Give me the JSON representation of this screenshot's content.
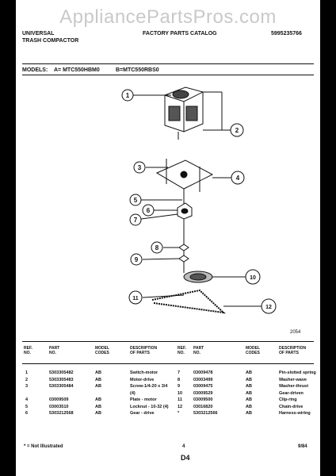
{
  "watermark": "AppliancePartsPros.com",
  "header": {
    "brand": "UNIVERSAL",
    "product": "TRASH COMPACTOR",
    "catalog": "FACTORY PARTS CATALOG",
    "catalog_number": "5995235766"
  },
  "models": {
    "label": "MODELS:",
    "a": "A= MTC550HBM0",
    "b": "B=MTC550RBS0"
  },
  "callouts": [
    "1",
    "2",
    "3",
    "4",
    "5",
    "6",
    "7",
    "8",
    "9",
    "10",
    "11",
    "12"
  ],
  "figure_number": "2054",
  "table": {
    "headers": [
      [
        "REF.",
        "NO."
      ],
      [
        "PART",
        "NO."
      ],
      [
        "MODEL",
        "CODES"
      ],
      [
        "DESCRIPTION",
        "OF PARTS"
      ]
    ],
    "left": [
      {
        "ref": "1",
        "part": "5303305482",
        "code": "AB",
        "desc": "Switch-motor"
      },
      {
        "ref": "2",
        "part": "5303305483",
        "code": "AB",
        "desc": "Motor-drive"
      },
      {
        "ref": "3",
        "part": "5303305484",
        "code": "AB",
        "desc": "Screw-1/4-20 x 3/4"
      },
      {
        "ref": "",
        "part": "",
        "code": "",
        "desc": "(4)"
      },
      {
        "ref": "4",
        "part": "03009509",
        "code": "AB",
        "desc": "Plate - motor"
      },
      {
        "ref": "5",
        "part": "03003510",
        "code": "AB",
        "desc": "Locknut - 10-32 (4)"
      },
      {
        "ref": "6",
        "part": "5303212568",
        "code": "AB",
        "desc": "Gear - drive"
      }
    ],
    "right": [
      {
        "ref": "7",
        "part": "03009478",
        "code": "AB",
        "desc": "Pin-slotted spring"
      },
      {
        "ref": "8",
        "part": "03003499",
        "code": "AB",
        "desc": "Washer-wave"
      },
      {
        "ref": "9",
        "part": "03009475",
        "code": "AB",
        "desc": "Washer-thrust"
      },
      {
        "ref": "10",
        "part": "03009529",
        "code": "AB",
        "desc": "Gear-driven"
      },
      {
        "ref": "11",
        "part": "03009500",
        "code": "AB",
        "desc": "Clip-ring"
      },
      {
        "ref": "12",
        "part": "03016820",
        "code": "AB",
        "desc": "Chain-drive"
      },
      {
        "ref": "*",
        "part": "5303212566",
        "code": "AB",
        "desc": "Harness-wiring"
      }
    ]
  },
  "footer": {
    "note": "* = Not Illustrated",
    "page_marker": "4",
    "date_code": "9/84",
    "page_number": "D4"
  }
}
